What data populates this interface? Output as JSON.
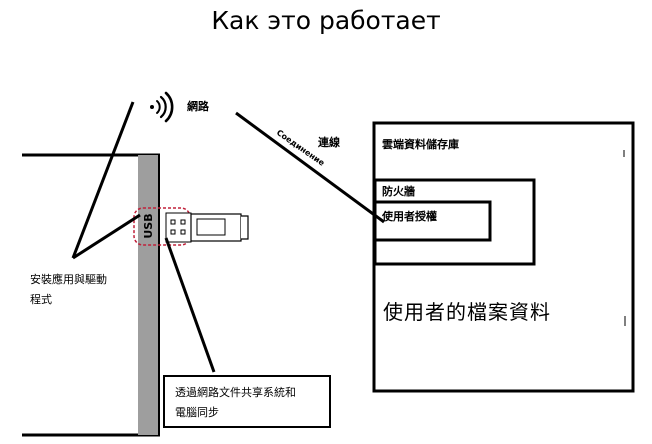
{
  "title": "Как это работает",
  "labels": {
    "network": "網路",
    "connection_zh": "連線",
    "connection_ru": "Соединение",
    "usb": "USB",
    "install_line1": "安裝應用與驅動",
    "install_line2": "程式",
    "cloud_storage": "雲端資料儲存庫",
    "firewall": "防火牆",
    "user_auth": "使用者授權",
    "user_files": "使用者的檔案資料",
    "sync_line1": "透過網路文件共享系統和",
    "sync_line2": "電腦同步"
  },
  "icons": {
    "wifi": "wifi-icon",
    "usb_stick": "usb-stick-icon"
  },
  "colors": {
    "line": "#000000",
    "computer_side": "#9e9e9e",
    "usb_dash": "#c0203a"
  }
}
